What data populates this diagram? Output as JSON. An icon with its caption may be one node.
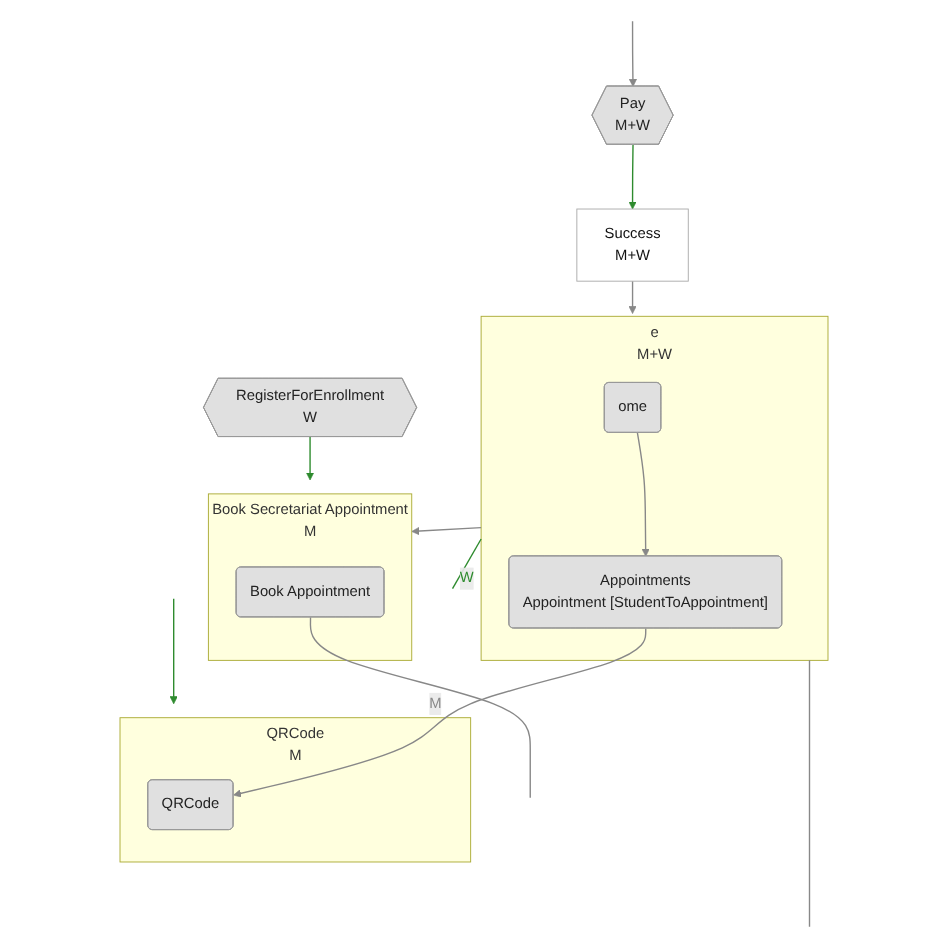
{
  "diagram": {
    "nodes": [
      {
        "text": [
          "RegisterForEnrollment",
          "W"
        ]
      },
      {
        "text": [
          "Book Secretariat Appointment",
          "M"
        ]
      },
      {
        "text": [
          "Book Appointment"
        ],
        "in": 1
      },
      {
        "text": [
          "e",
          "M+W"
        ]
      },
      {
        "text": [
          "ome"
        ],
        "in": 3
      },
      {
        "text": [
          "Appointments",
          "Appointment [StudentToAppointment]"
        ],
        "in": 3
      },
      {
        "text": [
          "QRCode",
          "M"
        ]
      },
      {
        "text": [
          "QRCode"
        ],
        "in": 6
      },
      {
        "text": [
          "Success",
          "M+W"
        ]
      },
      {
        "text": [
          "Pay",
          "M+W"
        ]
      }
    ],
    "edges": [
      {
        "from": 0,
        "to": 1,
        "arrow": "to",
        "color": "#2e8b2e"
      },
      {
        "from": 3,
        "to": 1,
        "arrow": "to"
      },
      {
        "from": 3,
        "to": null,
        "arrow": "none",
        "label": "W",
        "color": "#2e8b2e"
      },
      {
        "from": 2,
        "to": null,
        "arrow": "none"
      },
      {
        "from": 4,
        "to": 5,
        "arrow": "to"
      },
      {
        "from": 5,
        "to": 7,
        "arrow": "to",
        "label": "M"
      },
      {
        "from": null,
        "to": 6,
        "arrow": "to",
        "color": "#2e8b2e"
      },
      {
        "from": 3,
        "to": null,
        "arrow": "none"
      },
      {
        "from": null,
        "to": 9,
        "arrow": "to"
      },
      {
        "from": 9,
        "to": 8,
        "arrow": "to",
        "color": "#2e8b2e"
      },
      {
        "from": 8,
        "to": 3,
        "arrow": "to"
      }
    ]
  }
}
